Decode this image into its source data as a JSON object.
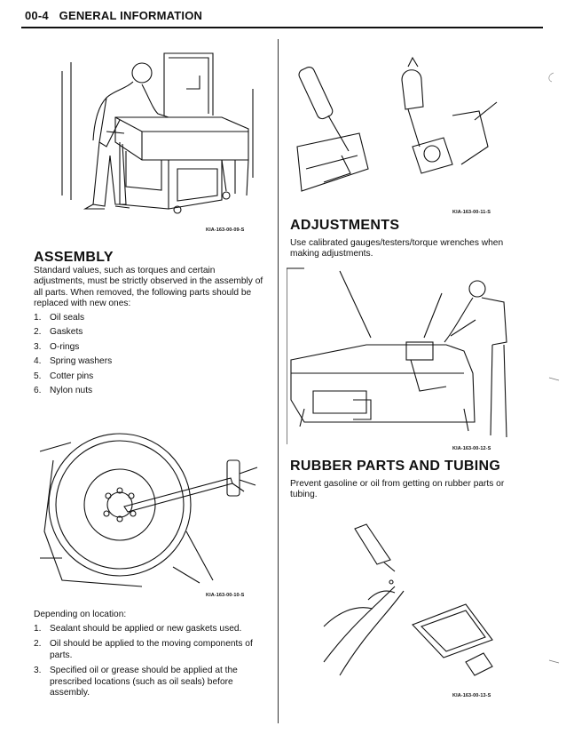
{
  "header": {
    "page_number": "00-4",
    "title": "GENERAL INFORMATION"
  },
  "left": {
    "figure1_caption": "KIA-163-00-09-S",
    "assembly": {
      "heading": "ASSEMBLY",
      "intro": "Standard values, such as torques and certain adjustments, must be strictly observed in the assembly of all parts. When removed, the following parts should be replaced with new ones:",
      "items": [
        {
          "num": "1.",
          "text": "Oil seals"
        },
        {
          "num": "2.",
          "text": "Gaskets"
        },
        {
          "num": "3.",
          "text": "O-rings"
        },
        {
          "num": "4.",
          "text": "Spring washers"
        },
        {
          "num": "5.",
          "text": "Cotter pins"
        },
        {
          "num": "6.",
          "text": "Nylon nuts"
        }
      ]
    },
    "figure2_caption": "KIA-163-00-10-S",
    "location": {
      "intro": "Depending on location:",
      "items": [
        {
          "num": "1.",
          "text": "Sealant should be applied or new gaskets used."
        },
        {
          "num": "2.",
          "text": "Oil should be applied to the moving components of parts."
        },
        {
          "num": "3.",
          "text": "Specified oil or grease should be applied at the prescribed locations (such as oil seals) before assembly."
        }
      ]
    }
  },
  "right": {
    "figure3_caption": "KIA-163-00-11-S",
    "adjustments": {
      "heading": "ADJUSTMENTS",
      "text": "Use calibrated gauges/testers/torque wrenches when making adjustments."
    },
    "figure4_caption": "KIA-163-00-12-S",
    "rubber": {
      "heading": "RUBBER PARTS AND TUBING",
      "text": "Prevent gasoline or oil from getting on rubber parts or tubing."
    },
    "figure5_caption": "KIA-163-00-13-S"
  }
}
